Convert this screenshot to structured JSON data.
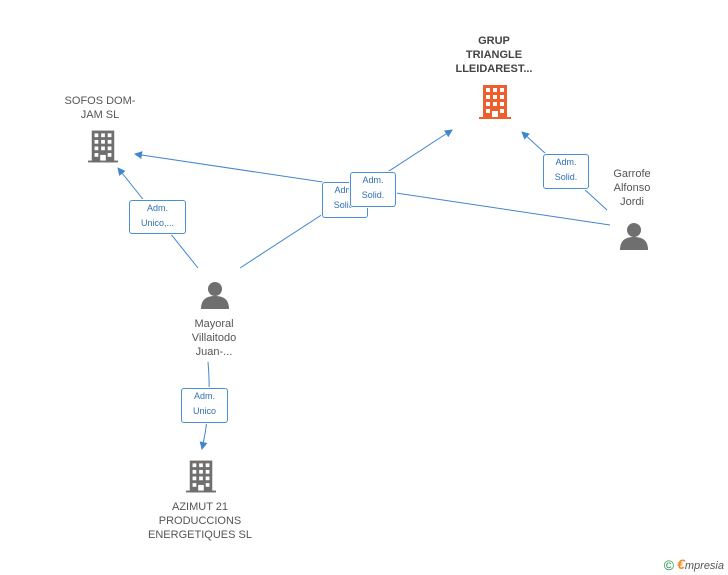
{
  "colors": {
    "edge": "#3f86cf",
    "building": "#6f6f6f",
    "building_main": "#ef5f2e",
    "person": "#6f6f6f"
  },
  "nodes": {
    "grup_triangle": {
      "label": "GRUP\nTRIANGLE\nLLEIDAREST...",
      "icon": "building-icon"
    },
    "sofos_dom_jam": {
      "label": "SOFOS DOM-\nJAM SL",
      "icon": "building-icon"
    },
    "garrofe": {
      "label": "Garrofe\nAlfonso\nJordi",
      "icon": "person-icon"
    },
    "mayoral": {
      "label": "Mayoral\nVillaitodo\nJuan-...",
      "icon": "person-icon"
    },
    "azimut": {
      "label": "AZIMUT 21\nPRODUCCIONS\nENERGETIQUES SL",
      "icon": "building-icon"
    }
  },
  "edges": {
    "mayoral_sofos": "Adm.\nUnico,...",
    "mayoral_grup_back": "Adm.\nSolid.",
    "garrofe_sofos": "Adm.\nSolid.",
    "garrofe_grup": "Adm.\nSolid.",
    "mayoral_azimut": "Adm.\nUnico"
  },
  "watermark": {
    "symbol": "©",
    "brand_initial": "€",
    "brand_rest": "mpresia"
  }
}
